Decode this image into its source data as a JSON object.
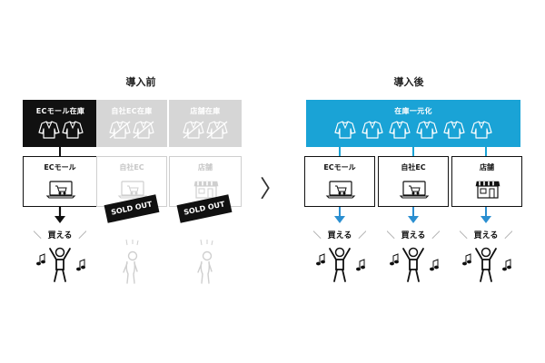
{
  "before": {
    "title": "導入前",
    "banners": [
      {
        "label": "ECモール在庫",
        "active": true
      },
      {
        "label": "自社EC在庫",
        "active": false
      },
      {
        "label": "店舗在庫",
        "active": false
      }
    ],
    "channels": [
      {
        "label": "ECモール",
        "icon": "laptop-cart-icon",
        "active": true
      },
      {
        "label": "自社EC",
        "icon": "laptop-cart-icon",
        "active": false
      },
      {
        "label": "店舗",
        "icon": "store-icon",
        "active": false
      }
    ],
    "sold_out_label": "SOLD OUT",
    "buy_label": "買える"
  },
  "after": {
    "title": "導入後",
    "banner_label": "在庫一元化",
    "channels": [
      {
        "label": "ECモール",
        "icon": "laptop-cart-icon"
      },
      {
        "label": "自社EC",
        "icon": "laptop-cart-icon"
      },
      {
        "label": "店舗",
        "icon": "store-icon"
      }
    ],
    "buy_label": "買える"
  },
  "divider_symbol": "〉",
  "colors": {
    "before_active": "#111111",
    "inactive": "#c8c8c8",
    "after_accent": "#1aa3d6",
    "after_arrow": "#2b8fd1"
  }
}
